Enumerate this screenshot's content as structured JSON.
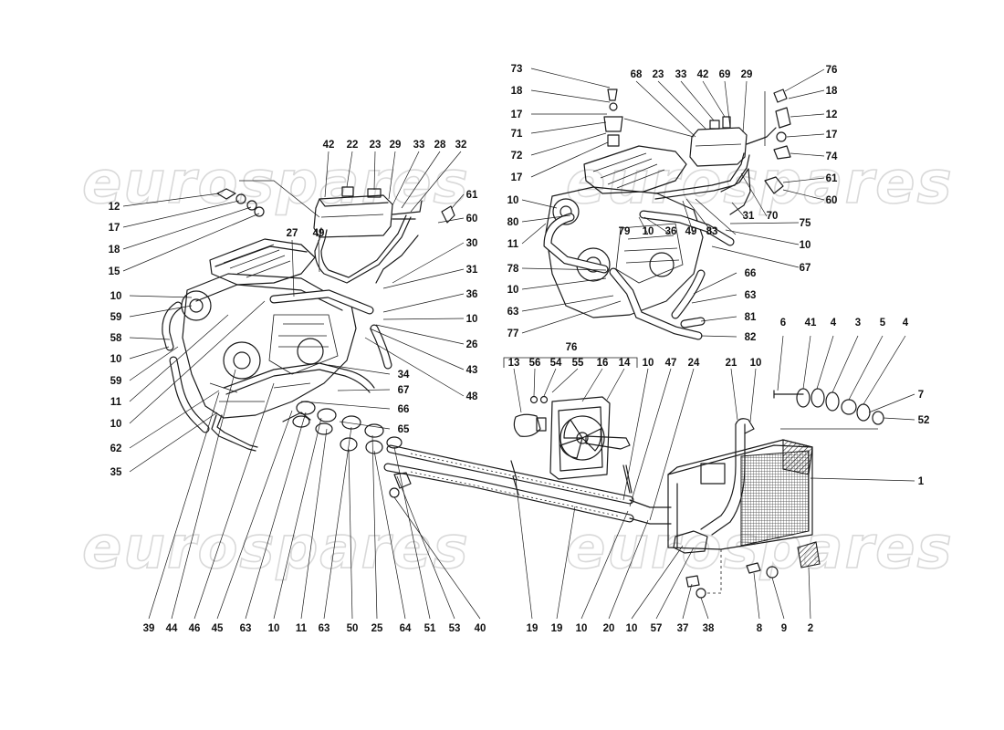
{
  "watermark": {
    "text": "eurospares"
  },
  "callouts": [
    {
      "id": "c0",
      "t": "12"
    },
    {
      "id": "c1",
      "t": "17"
    },
    {
      "id": "c2",
      "t": "18"
    },
    {
      "id": "c3",
      "t": "15"
    },
    {
      "id": "c4",
      "t": "42"
    },
    {
      "id": "c5",
      "t": "22"
    },
    {
      "id": "c6",
      "t": "23"
    },
    {
      "id": "c7",
      "t": "29"
    },
    {
      "id": "c8",
      "t": "33"
    },
    {
      "id": "c9",
      "t": "28"
    },
    {
      "id": "c10",
      "t": "32"
    },
    {
      "id": "c11",
      "t": "61"
    },
    {
      "id": "c12",
      "t": "60"
    },
    {
      "id": "c13",
      "t": "27"
    },
    {
      "id": "c14",
      "t": "49"
    },
    {
      "id": "c15",
      "t": "30"
    },
    {
      "id": "c16",
      "t": "31"
    },
    {
      "id": "c17",
      "t": "36"
    },
    {
      "id": "c18",
      "t": "10"
    },
    {
      "id": "c19",
      "t": "26"
    },
    {
      "id": "c20",
      "t": "43"
    },
    {
      "id": "c21",
      "t": "48"
    },
    {
      "id": "c22",
      "t": "10"
    },
    {
      "id": "c23",
      "t": "59"
    },
    {
      "id": "c24",
      "t": "58"
    },
    {
      "id": "c25",
      "t": "10"
    },
    {
      "id": "c26",
      "t": "59"
    },
    {
      "id": "c27",
      "t": "11"
    },
    {
      "id": "c28",
      "t": "10"
    },
    {
      "id": "c29",
      "t": "62"
    },
    {
      "id": "c30",
      "t": "35"
    },
    {
      "id": "c31",
      "t": "34"
    },
    {
      "id": "c32",
      "t": "67"
    },
    {
      "id": "c33",
      "t": "66"
    },
    {
      "id": "c34",
      "t": "65"
    },
    {
      "id": "c35",
      "t": "73"
    },
    {
      "id": "c36",
      "t": "18"
    },
    {
      "id": "c37",
      "t": "17"
    },
    {
      "id": "c38",
      "t": "71"
    },
    {
      "id": "c39",
      "t": "72"
    },
    {
      "id": "c40",
      "t": "17"
    },
    {
      "id": "c41",
      "t": "68"
    },
    {
      "id": "c42",
      "t": "23"
    },
    {
      "id": "c43",
      "t": "33"
    },
    {
      "id": "c44",
      "t": "42"
    },
    {
      "id": "c45",
      "t": "69"
    },
    {
      "id": "c46",
      "t": "29"
    },
    {
      "id": "c47",
      "t": "76"
    },
    {
      "id": "c48",
      "t": "18"
    },
    {
      "id": "c49",
      "t": "12"
    },
    {
      "id": "c50",
      "t": "17"
    },
    {
      "id": "c51",
      "t": "74"
    },
    {
      "id": "c52",
      "t": "61"
    },
    {
      "id": "c53",
      "t": "60"
    },
    {
      "id": "c54",
      "t": "31"
    },
    {
      "id": "c55",
      "t": "70"
    },
    {
      "id": "c56",
      "t": "75"
    },
    {
      "id": "c57",
      "t": "10"
    },
    {
      "id": "c58",
      "t": "67"
    },
    {
      "id": "c59",
      "t": "10"
    },
    {
      "id": "c60",
      "t": "80"
    },
    {
      "id": "c61",
      "t": "11"
    },
    {
      "id": "c62",
      "t": "79"
    },
    {
      "id": "c63",
      "t": "10"
    },
    {
      "id": "c64",
      "t": "36"
    },
    {
      "id": "c65",
      "t": "49"
    },
    {
      "id": "c66",
      "t": "83"
    },
    {
      "id": "c67",
      "t": "78"
    },
    {
      "id": "c68",
      "t": "10"
    },
    {
      "id": "c69",
      "t": "63"
    },
    {
      "id": "c70",
      "t": "77"
    },
    {
      "id": "c71",
      "t": "66"
    },
    {
      "id": "c72",
      "t": "63"
    },
    {
      "id": "c73",
      "t": "81"
    },
    {
      "id": "c74",
      "t": "82"
    },
    {
      "id": "c75",
      "t": "76"
    },
    {
      "id": "c76",
      "t": "13"
    },
    {
      "id": "c77",
      "t": "56"
    },
    {
      "id": "c78",
      "t": "54"
    },
    {
      "id": "c79",
      "t": "55"
    },
    {
      "id": "c80",
      "t": "16"
    },
    {
      "id": "c81",
      "t": "14"
    },
    {
      "id": "c82",
      "t": "10"
    },
    {
      "id": "c83",
      "t": "47"
    },
    {
      "id": "c84",
      "t": "24"
    },
    {
      "id": "c85",
      "t": "21"
    },
    {
      "id": "c86",
      "t": "10"
    },
    {
      "id": "c87",
      "t": "6"
    },
    {
      "id": "c88",
      "t": "41"
    },
    {
      "id": "c89",
      "t": "4"
    },
    {
      "id": "c90",
      "t": "3"
    },
    {
      "id": "c91",
      "t": "5"
    },
    {
      "id": "c92",
      "t": "4"
    },
    {
      "id": "c93",
      "t": "7"
    },
    {
      "id": "c94",
      "t": "52"
    },
    {
      "id": "c95",
      "t": "1"
    },
    {
      "id": "c96",
      "t": "39"
    },
    {
      "id": "c97",
      "t": "44"
    },
    {
      "id": "c98",
      "t": "46"
    },
    {
      "id": "c99",
      "t": "45"
    },
    {
      "id": "c100",
      "t": "63"
    },
    {
      "id": "c101",
      "t": "10"
    },
    {
      "id": "c102",
      "t": "11"
    },
    {
      "id": "c103",
      "t": "63"
    },
    {
      "id": "c104",
      "t": "50"
    },
    {
      "id": "c105",
      "t": "25"
    },
    {
      "id": "c106",
      "t": "64"
    },
    {
      "id": "c107",
      "t": "51"
    },
    {
      "id": "c108",
      "t": "53"
    },
    {
      "id": "c109",
      "t": "40"
    },
    {
      "id": "c110",
      "t": "19"
    },
    {
      "id": "c111",
      "t": "19"
    },
    {
      "id": "c112",
      "t": "10"
    },
    {
      "id": "c113",
      "t": "20"
    },
    {
      "id": "c114",
      "t": "10"
    },
    {
      "id": "c115",
      "t": "57"
    },
    {
      "id": "c116",
      "t": "37"
    },
    {
      "id": "c117",
      "t": "38"
    },
    {
      "id": "c118",
      "t": "8"
    },
    {
      "id": "c119",
      "t": "9"
    },
    {
      "id": "c120",
      "t": "2"
    }
  ]
}
